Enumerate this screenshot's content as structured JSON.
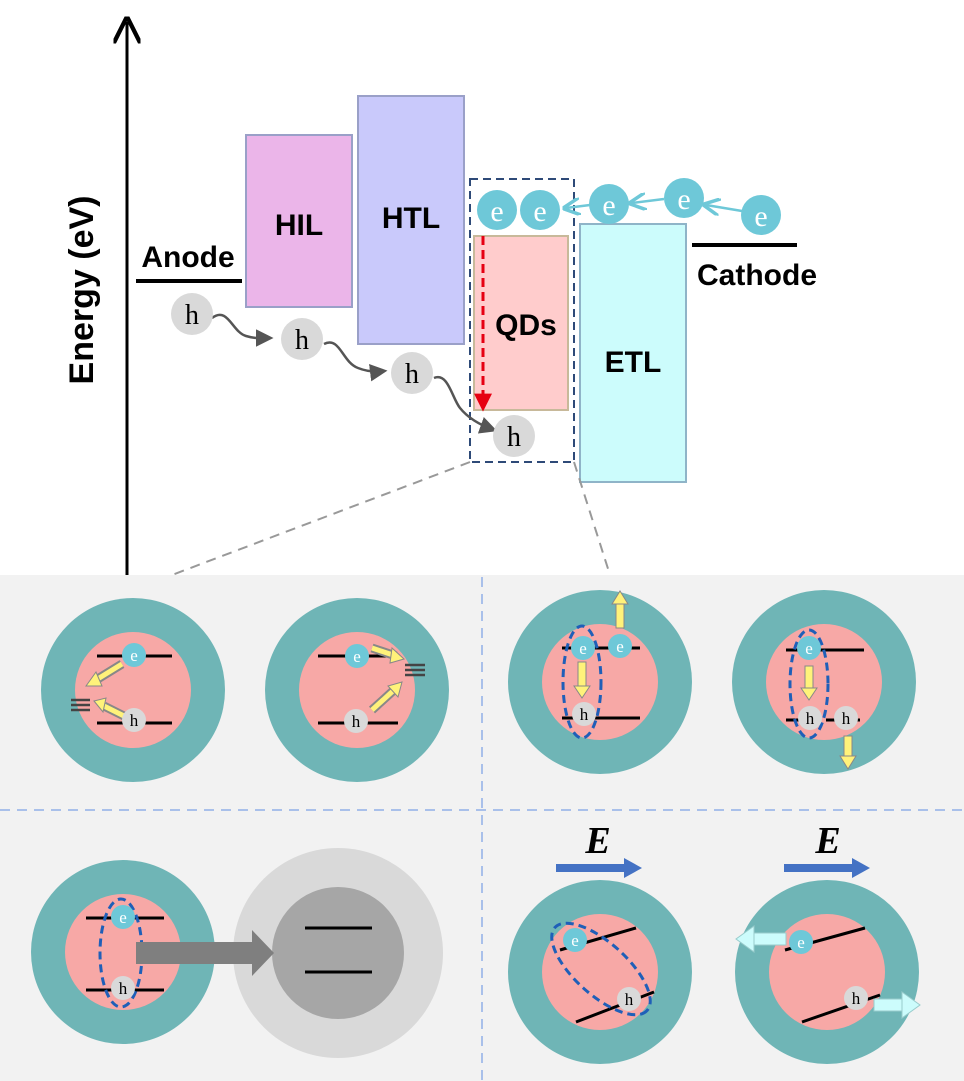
{
  "axis": {
    "label": "Energy (eV)"
  },
  "layers": {
    "anode": "Anode",
    "hil": "HIL",
    "htl": "HTL",
    "qds": "QDs",
    "etl": "ETL",
    "cathode": "Cathode"
  },
  "carriers": {
    "electron": "e",
    "hole": "h"
  },
  "field": {
    "symbol": "E"
  },
  "colors": {
    "hil": "#ebb5e9",
    "htl": "#c9c9fb",
    "qds": "#ffcccc",
    "etl": "#ccfcfc",
    "shell": "#6fb5b6",
    "core": "#f7a8a6",
    "electron": "#6ec8d8",
    "hole": "#d9d9d9",
    "panel": "#f2f2f2",
    "arrow_yellow": "#fff27a",
    "dashed_blue": "#1f5fb8",
    "red_arrow": "#e60012",
    "field_arrow": "#4472c4"
  }
}
